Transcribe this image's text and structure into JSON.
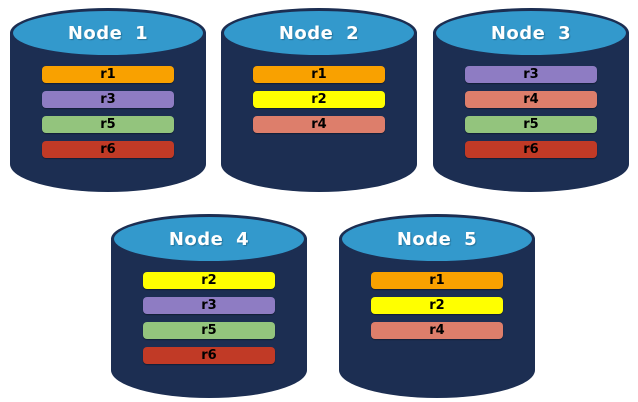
{
  "colors": {
    "theme": {
      "background": "#FFFFFF",
      "cylinder-body": "#1C2E52",
      "cylinder-top": "#3399CC",
      "node-label-text": "#FFFFFF",
      "replica-label-text": "#000000"
    },
    "replicas": {
      "r1": "#F9A100",
      "r2": "#FFFF00",
      "r3": "#8E7CC3",
      "r4": "#DD7E6B",
      "r5": "#93C47D",
      "r6": "#C13A26"
    }
  },
  "nodes": [
    {
      "label": "Node 1",
      "replicas": [
        "r1",
        "r3",
        "r5",
        "r6"
      ]
    },
    {
      "label": "Node 2",
      "replicas": [
        "r1",
        "r2",
        "r4"
      ]
    },
    {
      "label": "Node 3",
      "replicas": [
        "r3",
        "r4",
        "r5",
        "r6"
      ]
    },
    {
      "label": "Node 4",
      "replicas": [
        "r2",
        "r3",
        "r5",
        "r6"
      ]
    },
    {
      "label": "Node 5",
      "replicas": [
        "r1",
        "r2",
        "r4"
      ]
    }
  ]
}
